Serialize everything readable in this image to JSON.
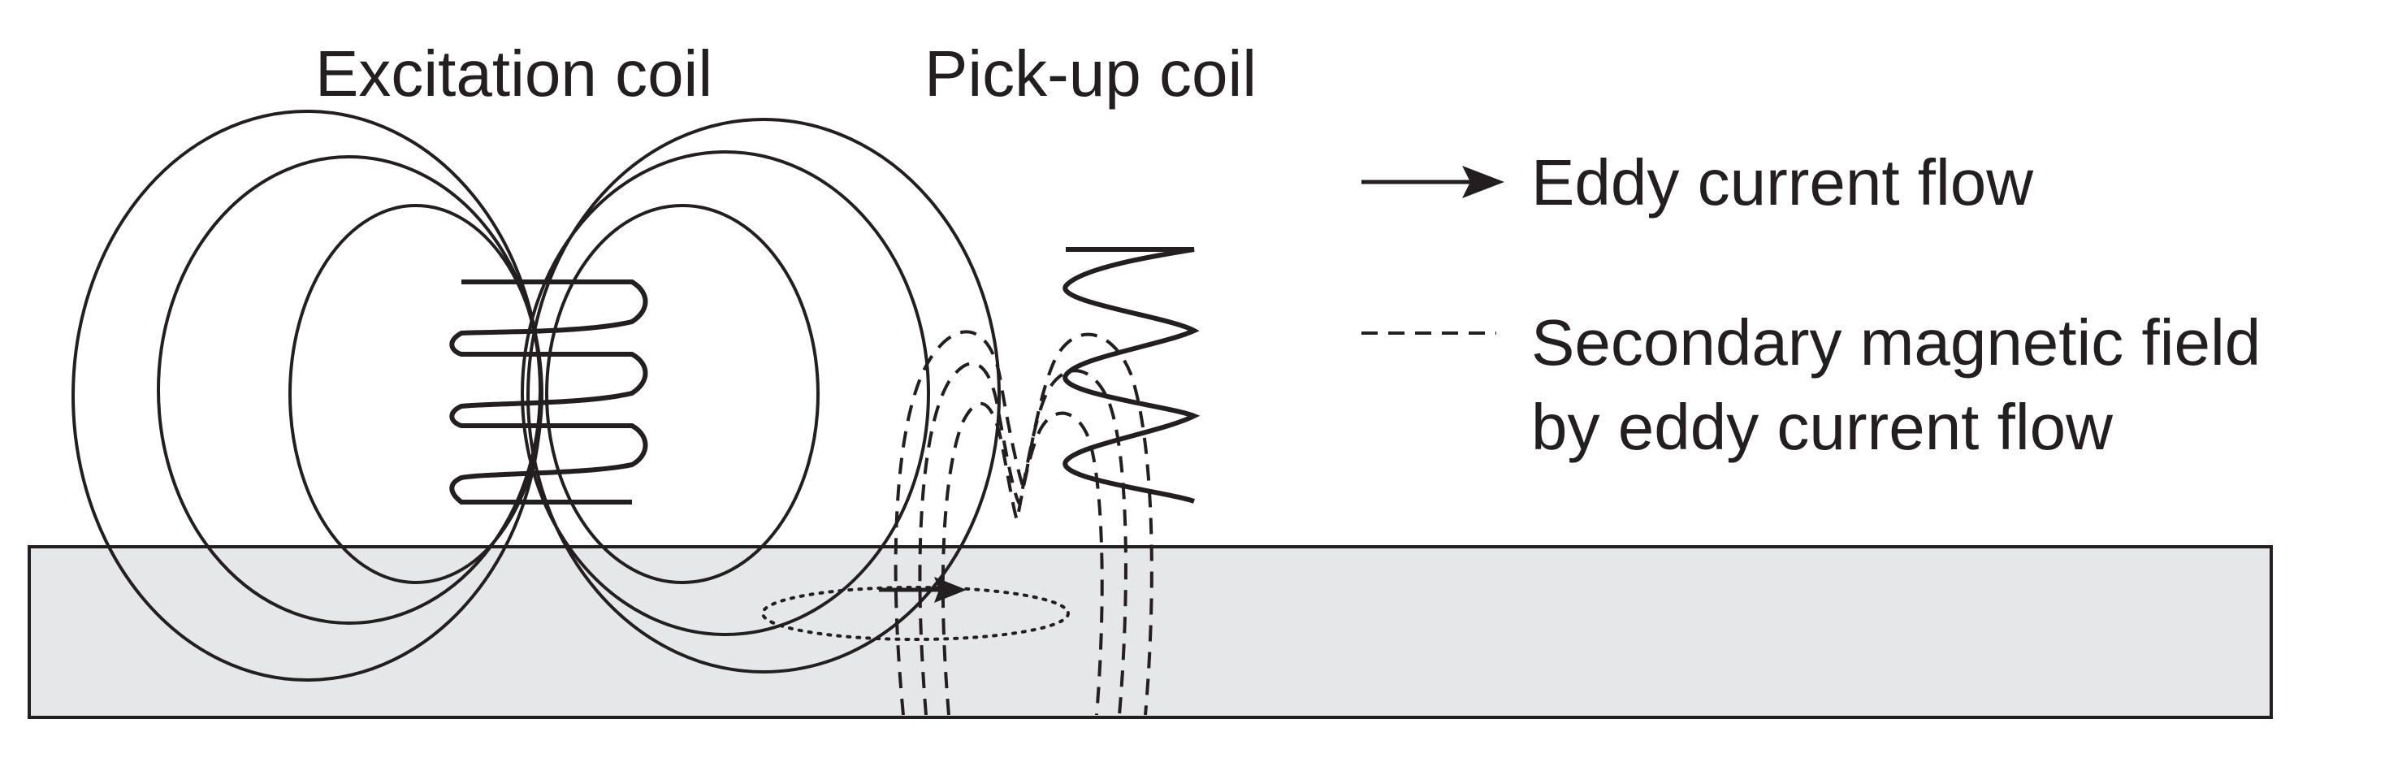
{
  "labels": {
    "excitation_coil": "Excitation coil",
    "pickup_coil": "Pick-up coil"
  },
  "legend": {
    "eddy_current": "Eddy current flow",
    "secondary_field_line1": "Secondary magnetic field",
    "secondary_field_line2": "by eddy current flow"
  },
  "colors": {
    "ink": "#231f20",
    "specimen_fill": "#e6e7e8"
  }
}
